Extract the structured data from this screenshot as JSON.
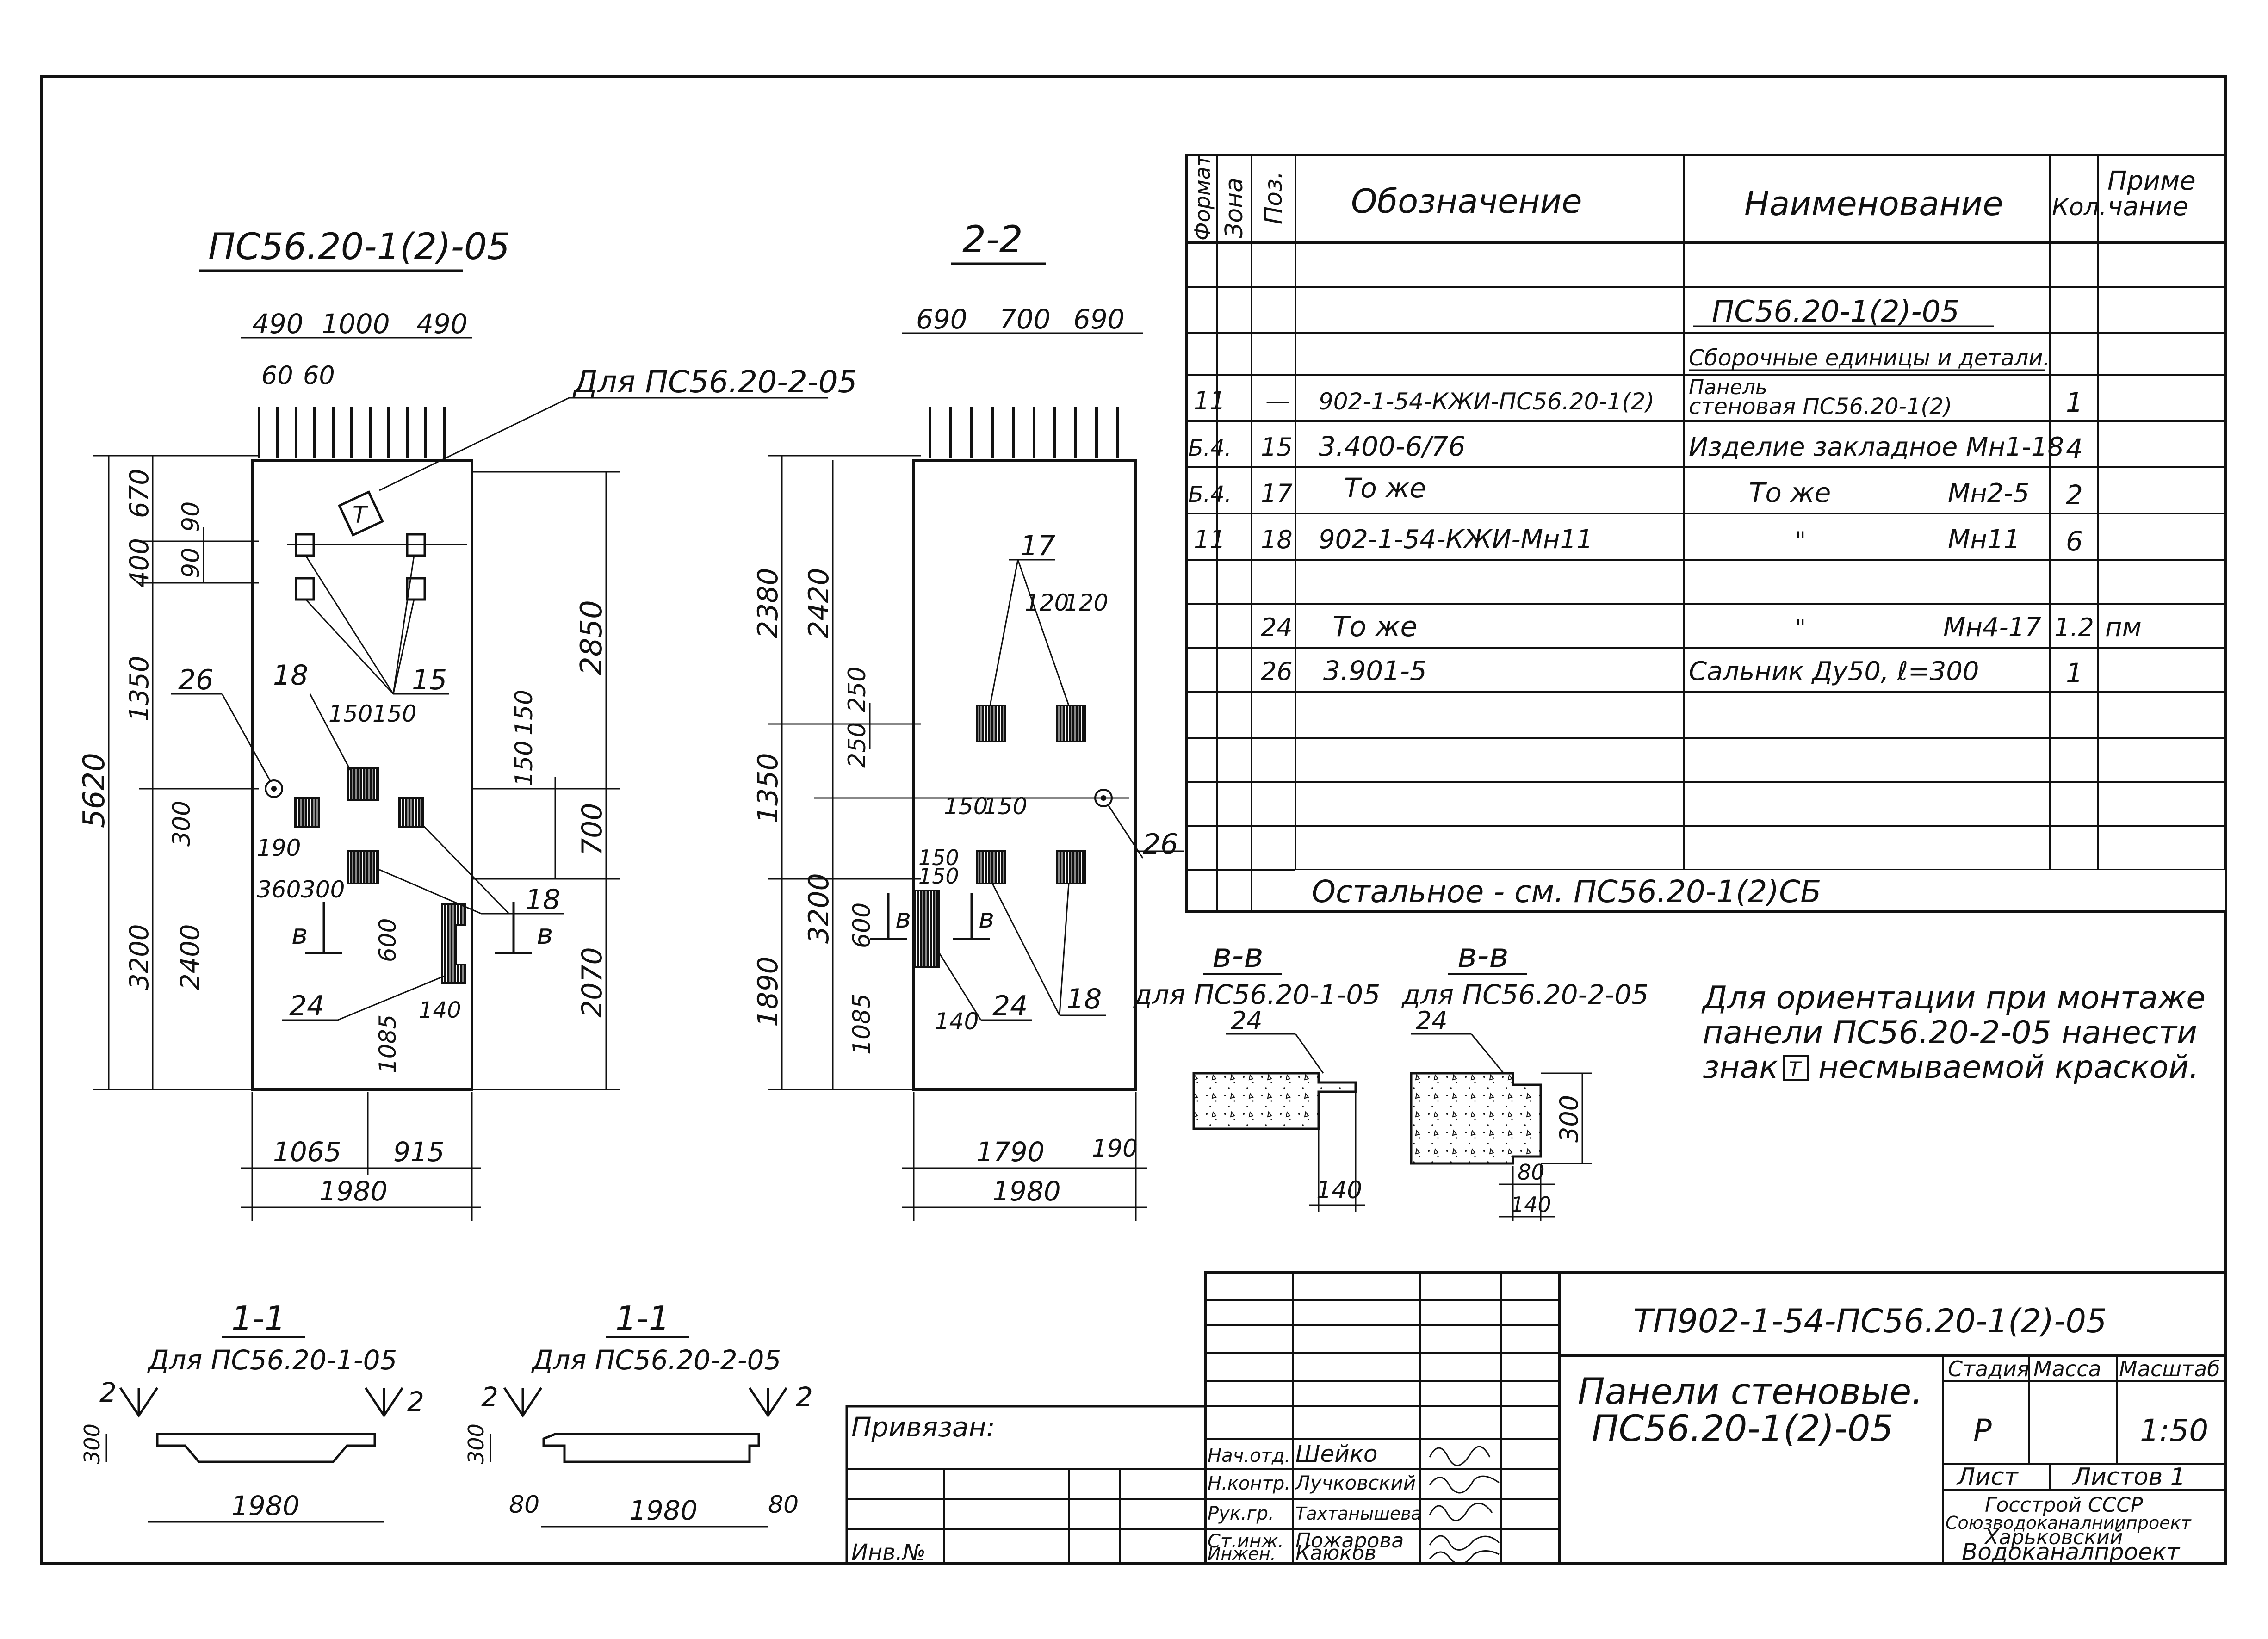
{
  "left_view": {
    "title": "ПС56.20-1(2)-05",
    "top_dims": [
      "490",
      "1000",
      "490"
    ],
    "small_dims": [
      "60",
      "60"
    ],
    "note_label": "Для ПС56.20-2-05",
    "sign_letter": "Т",
    "left_dims": [
      "5620",
      "670",
      "400",
      "90",
      "90",
      "1350",
      "300",
      "3200",
      "2400"
    ],
    "right_dims": [
      "2850",
      "150",
      "150",
      "700",
      "2070"
    ],
    "inner_dims": [
      "150",
      "150",
      "190",
      "360",
      "300",
      "600",
      "1085",
      "140"
    ],
    "bottom_dims": [
      "1065",
      "915",
      "1980"
    ],
    "leaders": [
      "26",
      "18",
      "15",
      "18",
      "24"
    ],
    "cut_marks": [
      "в",
      "в"
    ]
  },
  "section_2_2": {
    "title": "2-2",
    "top_dims": [
      "690",
      "700",
      "690"
    ],
    "left_dims": [
      "2380",
      "2420",
      "250",
      "250",
      "1350",
      "3200",
      "600",
      "1890",
      "1085"
    ],
    "inner_dims": [
      "120",
      "120",
      "150",
      "150",
      "150",
      "150",
      "140"
    ],
    "bottom_dims": [
      "1790",
      "190",
      "1980"
    ],
    "leaders": [
      "17",
      "26",
      "24",
      "18"
    ],
    "cut_marks": [
      "в",
      "в"
    ]
  },
  "sections_bb": [
    {
      "title": "в-в",
      "subtitle": "для ПС56.20-1-05",
      "labels": [
        "24",
        "140"
      ]
    },
    {
      "title": "в-в",
      "subtitle": "для ПС56.20-2-05",
      "labels": [
        "24",
        "300",
        "80",
        "140"
      ]
    }
  ],
  "sections_11": [
    {
      "title": "1-1",
      "subtitle": "Для ПС56.20-1-05",
      "marks": [
        "2",
        "2"
      ],
      "dims": [
        "300",
        "1980"
      ]
    },
    {
      "title": "1-1",
      "subtitle": "Для ПС56.20-2-05",
      "marks": [
        "2",
        "2"
      ],
      "dims": [
        "300",
        "80",
        "80",
        "1980"
      ]
    }
  ],
  "orientation_note": [
    "Для ориентации при монтаже",
    "панели ПС56.20-2-05 нанести",
    "знак",
    "несмываемой краской."
  ],
  "spec_table": {
    "headers": {
      "format": "Формат",
      "zone": "Зона",
      "pos": "Поз.",
      "designation": "Обозначение",
      "name": "Наименование",
      "qty": "Кол.",
      "note_1": "Приме",
      "note_2": "чание"
    },
    "section_title": "ПС56.20-1(2)-05",
    "section_subtitle": "Сборочные единицы и детали.",
    "rows": [
      {
        "format": "11",
        "pos": "—",
        "designation": "902-1-54-КЖИ-ПС56.20-1(2)",
        "name_1": "Панель",
        "name_2": "стеновая ПС56.20-1(2)",
        "qty": "1",
        "note": ""
      },
      {
        "format": "Б.4.",
        "pos": "15",
        "designation": "3.400-6/76",
        "name": "Изделие закладное Мн1-18",
        "qty": "4",
        "note": ""
      },
      {
        "format": "Б.4.",
        "pos": "17",
        "designation": "То же",
        "name_a": "То же",
        "name_b": "Мн2-5",
        "qty": "2",
        "note": ""
      },
      {
        "format": "11",
        "pos": "18",
        "designation": "902-1-54-КЖИ-Мн11",
        "name_a": "\"",
        "name_b": "Мн11",
        "qty": "6",
        "note": ""
      },
      {
        "format": "",
        "pos": "24",
        "designation": "То же",
        "name_a": "\"",
        "name_b": "Мн4-17",
        "qty": "1.2",
        "note": "пм"
      },
      {
        "format": "",
        "pos": "26",
        "designation": "3.901-5",
        "name": "Сальник Ду50, ℓ=300",
        "qty": "1",
        "note": ""
      }
    ],
    "footer": "Остальное - см. ПС56.20-1(2)СБ"
  },
  "title_block": {
    "doc_code": "ТП902-1-54-ПС56.20-1(2)-05",
    "title_1": "Панели стеновые.",
    "title_2": "ПС56.20-1(2)-05",
    "stage_label": "Стадия",
    "mass_label": "Масса",
    "scale_label": "Масштаб",
    "stage": "Р",
    "scale": "1:50",
    "sheet_label": "Лист",
    "sheets_label": "Листов 1",
    "org_1": "Госстрой СССР",
    "org_2": "Союзводоканалниипроект",
    "org_3": "Харьковский",
    "org_4": "Водоканалпроект",
    "linked": "Привязан:",
    "inv": "Инв.№",
    "signers": [
      {
        "role": "Нач.отд.",
        "name": "Шейко"
      },
      {
        "role": "Н.контр.",
        "name": "Лучковский"
      },
      {
        "role": "Рук.гр.",
        "name": "Тахтанышева"
      },
      {
        "role": "Ст.инж.",
        "name": "Пожарова"
      },
      {
        "role": "Инжен.",
        "name": "Каюков"
      }
    ]
  }
}
